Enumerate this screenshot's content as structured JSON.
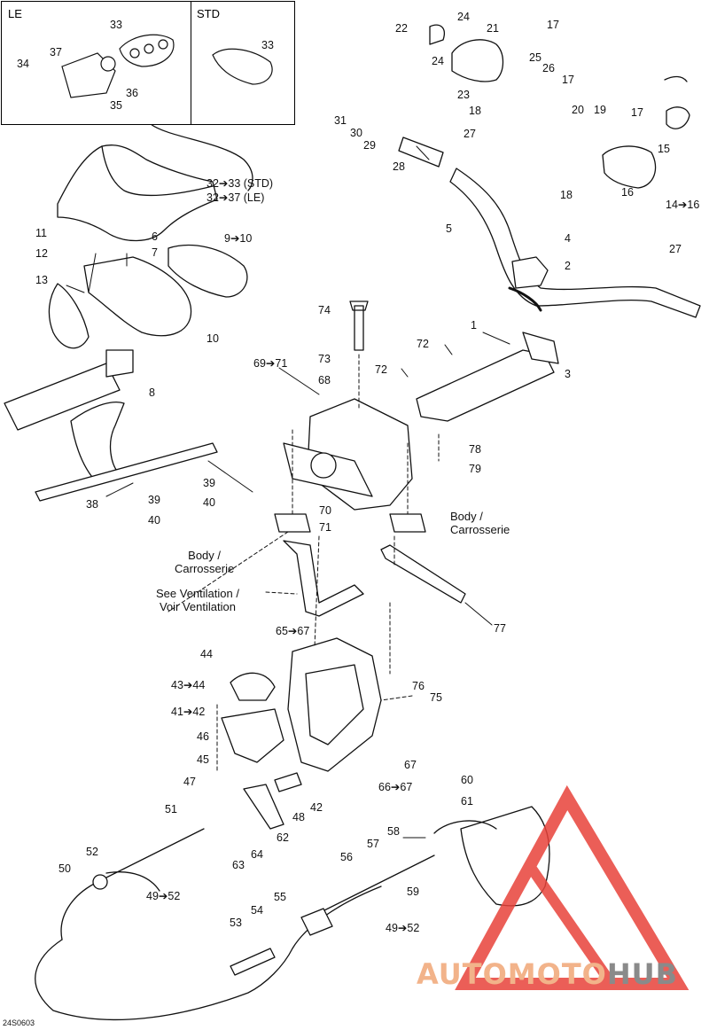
{
  "diagram": {
    "code": "24S0603",
    "insets": {
      "le": "LE",
      "std": "STD"
    },
    "notes": {
      "body_left_1": "Body /",
      "body_left_2": "Carrosserie",
      "body_right_1": "Body /",
      "body_right_2": "Carrosserie",
      "vent_1": "See Ventilation /",
      "vent_2": "Voir Ventilation"
    },
    "labels": [
      {
        "id": "l33a",
        "text": "33"
      },
      {
        "id": "l37",
        "text": "37"
      },
      {
        "id": "l34",
        "text": "34"
      },
      {
        "id": "l36",
        "text": "36"
      },
      {
        "id": "l35",
        "text": "35"
      },
      {
        "id": "l33b",
        "text": "33"
      },
      {
        "id": "l32a",
        "text": "32➔33 (STD)"
      },
      {
        "id": "l32b",
        "text": "32➔37 (LE)"
      },
      {
        "id": "l24a",
        "text": "24"
      },
      {
        "id": "l22",
        "text": "22"
      },
      {
        "id": "l21",
        "text": "21"
      },
      {
        "id": "l17a",
        "text": "17"
      },
      {
        "id": "l24b",
        "text": "24"
      },
      {
        "id": "l25",
        "text": "25"
      },
      {
        "id": "l26",
        "text": "26"
      },
      {
        "id": "l17b",
        "text": "17"
      },
      {
        "id": "l23",
        "text": "23"
      },
      {
        "id": "l18a",
        "text": "18"
      },
      {
        "id": "l31",
        "text": "31"
      },
      {
        "id": "l30",
        "text": "30"
      },
      {
        "id": "l29",
        "text": "29"
      },
      {
        "id": "l28",
        "text": "28"
      },
      {
        "id": "l27a",
        "text": "27"
      },
      {
        "id": "l20",
        "text": "20"
      },
      {
        "id": "l19",
        "text": "19"
      },
      {
        "id": "l17c",
        "text": "17"
      },
      {
        "id": "l15",
        "text": "15"
      },
      {
        "id": "l16",
        "text": "16"
      },
      {
        "id": "l18b",
        "text": "18"
      },
      {
        "id": "l14",
        "text": "14➔16"
      },
      {
        "id": "l5",
        "text": "5"
      },
      {
        "id": "l4",
        "text": "4"
      },
      {
        "id": "l2",
        "text": "2"
      },
      {
        "id": "l27b",
        "text": "27"
      },
      {
        "id": "l11",
        "text": "11"
      },
      {
        "id": "l6",
        "text": "6"
      },
      {
        "id": "l12",
        "text": "12"
      },
      {
        "id": "l7",
        "text": "7"
      },
      {
        "id": "l9",
        "text": "9➔10"
      },
      {
        "id": "l13",
        "text": "13"
      },
      {
        "id": "l10",
        "text": "10"
      },
      {
        "id": "l74",
        "text": "74"
      },
      {
        "id": "l1",
        "text": "1"
      },
      {
        "id": "l72a",
        "text": "72"
      },
      {
        "id": "l73",
        "text": "73"
      },
      {
        "id": "l69",
        "text": "69➔71"
      },
      {
        "id": "l72b",
        "text": "72"
      },
      {
        "id": "l68",
        "text": "68"
      },
      {
        "id": "l3",
        "text": "3"
      },
      {
        "id": "l8",
        "text": "8"
      },
      {
        "id": "l78",
        "text": "78"
      },
      {
        "id": "l79",
        "text": "79"
      },
      {
        "id": "l39a",
        "text": "39"
      },
      {
        "id": "l38",
        "text": "38"
      },
      {
        "id": "l39b",
        "text": "39"
      },
      {
        "id": "l40a",
        "text": "40"
      },
      {
        "id": "l40b",
        "text": "40"
      },
      {
        "id": "l70",
        "text": "70"
      },
      {
        "id": "l71",
        "text": "71"
      },
      {
        "id": "l77",
        "text": "77"
      },
      {
        "id": "l65",
        "text": "65➔67"
      },
      {
        "id": "l44",
        "text": "44"
      },
      {
        "id": "l43",
        "text": "43➔44"
      },
      {
        "id": "l41",
        "text": "41➔42"
      },
      {
        "id": "l76",
        "text": "76"
      },
      {
        "id": "l75",
        "text": "75"
      },
      {
        "id": "l46",
        "text": "46"
      },
      {
        "id": "l45",
        "text": "45"
      },
      {
        "id": "l67",
        "text": "67"
      },
      {
        "id": "l47",
        "text": "47"
      },
      {
        "id": "l66",
        "text": "66➔67"
      },
      {
        "id": "l60",
        "text": "60"
      },
      {
        "id": "l42",
        "text": "42"
      },
      {
        "id": "l48",
        "text": "48"
      },
      {
        "id": "l61",
        "text": "61"
      },
      {
        "id": "l51",
        "text": "51"
      },
      {
        "id": "l62",
        "text": "62"
      },
      {
        "id": "l58",
        "text": "58"
      },
      {
        "id": "l52",
        "text": "52"
      },
      {
        "id": "l57",
        "text": "57"
      },
      {
        "id": "l63",
        "text": "63"
      },
      {
        "id": "l64",
        "text": "64"
      },
      {
        "id": "l56",
        "text": "56"
      },
      {
        "id": "l50",
        "text": "50"
      },
      {
        "id": "l49a",
        "text": "49➔52"
      },
      {
        "id": "l59",
        "text": "59"
      },
      {
        "id": "l55",
        "text": "55"
      },
      {
        "id": "l54",
        "text": "54"
      },
      {
        "id": "l53",
        "text": "53"
      },
      {
        "id": "l49b",
        "text": "49➔52"
      }
    ]
  },
  "watermark": {
    "part1": "AUTOMOTO",
    "part2": "HUB",
    "color1": "#f2b38a",
    "color2": "#8a8a8a",
    "triangle": "#e8423a"
  }
}
